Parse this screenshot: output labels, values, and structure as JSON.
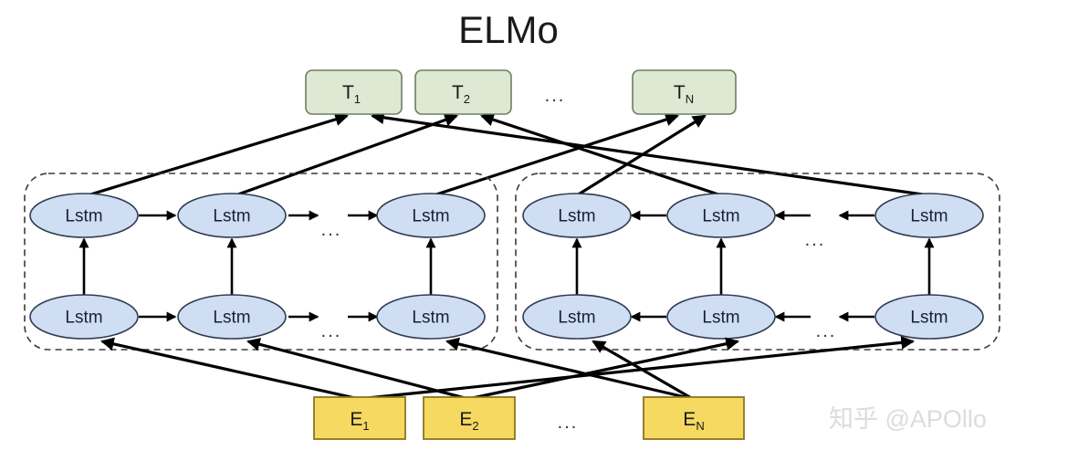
{
  "title": "ELMo",
  "watermark": "知乎 @APOllo",
  "ellipsis": "...",
  "colors": {
    "lstm_fill": "#cfdef2",
    "lstm_stroke": "#2f3b52",
    "token_fill": "#dde9d2",
    "token_stroke": "#6e7d63",
    "embedding_fill": "#f6d961",
    "embedding_stroke": "#8c7520",
    "arrow": "#000000",
    "dashed_group": "#3a3a3a",
    "background": "#ffffff",
    "watermark": "#dcdcdc"
  },
  "output_layer": {
    "name": "token-representations",
    "nodes": [
      {
        "base": "T",
        "sub": "1"
      },
      {
        "base": "T",
        "sub": "2"
      },
      {
        "base": "T",
        "sub": "N"
      }
    ],
    "ellipsis": "..."
  },
  "input_layer": {
    "name": "input-embeddings",
    "nodes": [
      {
        "base": "E",
        "sub": "1"
      },
      {
        "base": "E",
        "sub": "2"
      },
      {
        "base": "E",
        "sub": "N"
      }
    ],
    "ellipsis": "..."
  },
  "lstm_blocks": [
    {
      "name": "forward-lstm-block",
      "direction": "forward",
      "rows": [
        {
          "name": "forward-upper-row",
          "cells": [
            "Lstm",
            "Lstm",
            "Lstm"
          ],
          "ellipsis": "..."
        },
        {
          "name": "forward-lower-row",
          "cells": [
            "Lstm",
            "Lstm",
            "Lstm"
          ],
          "ellipsis": "..."
        }
      ]
    },
    {
      "name": "backward-lstm-block",
      "direction": "backward",
      "rows": [
        {
          "name": "backward-upper-row",
          "cells": [
            "Lstm",
            "Lstm",
            "Lstm"
          ],
          "ellipsis": "..."
        },
        {
          "name": "backward-lower-row",
          "cells": [
            "Lstm",
            "Lstm",
            "Lstm"
          ],
          "ellipsis": "..."
        }
      ]
    }
  ],
  "cell_label": "Lstm"
}
